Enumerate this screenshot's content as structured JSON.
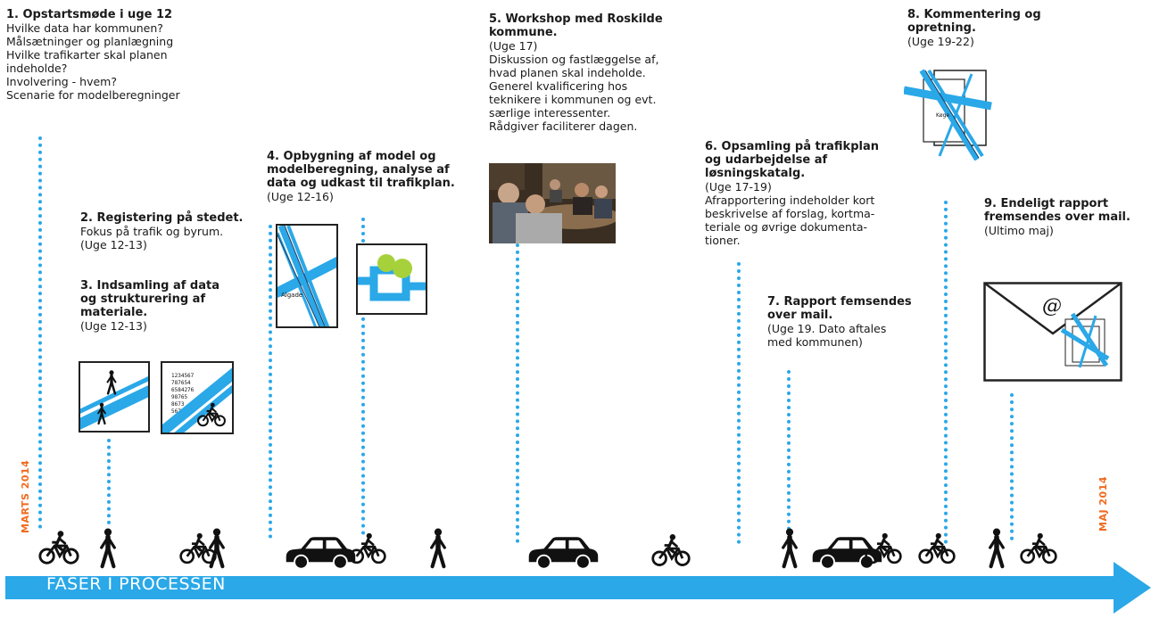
{
  "steps": [
    {
      "title": "1. Opstartsmøde i uge 12",
      "body": "Hvilke data har kommunen?\nMålsætninger og planlægning\nHvilke trafikarter skal planen\nindeholde?\nInvolvering - hvem?\nScenarie for modelberegninger"
    },
    {
      "title": "2. Registering på stedet.",
      "body": "Fokus på trafik og byrum.\n(Uge 12-13)"
    },
    {
      "title": "3. Indsamling af data\nog strukturering af\nmateriale.",
      "body": "(Uge 12-13)"
    },
    {
      "title": "4. Opbygning af model og\nmodelberegning, analyse af\ndata og udkast til trafikplan.",
      "body": "(Uge 12-16)"
    },
    {
      "title": "5. Workshop med Roskilde\nkommune.",
      "body": "(Uge 17)\nDiskussion og fastlæggelse af,\nhvad planen skal indeholde.\nGenerel kvalificering hos\nteknikere i kommunen og evt.\nsærlige interessenter.\nRådgiver faciliterer dagen."
    },
    {
      "title": "6. Opsamling på trafikplan\nog udarbejdelse af\nløsningskatalg.",
      "body": "(Uge 17-19)\nAfrapportering indeholder kort\nbeskrivelse af forslag, kortma-\nteriale og øvrige dokumenta-\ntioner."
    },
    {
      "title": "7. Rapport femsendes\nover mail.",
      "body": "(Uge 19. Dato aftales\nmed kommunen)"
    },
    {
      "title": "8. Kommentering og\nopretning.",
      "body": "(Uge 19-22)"
    },
    {
      "title": "9. Endeligt rapport\nfremsendes over mail.",
      "body": "(Ultimo maj)"
    }
  ],
  "timeline": {
    "label": "FASER I PROCESSEN",
    "start_month": "MARTS 2014",
    "end_month": "MAJ 2014"
  },
  "images": {
    "map_label_1": "Algade",
    "map_label_2": "Køge",
    "email_at": "@"
  },
  "colors": {
    "accent_blue": "#2aa8e8",
    "month_orange": "#f06a1e",
    "green_blob": "#a6d13a"
  },
  "icon_names": [
    "cyclist-icon",
    "pedestrian-icon",
    "car-icon",
    "envelope-icon"
  ]
}
